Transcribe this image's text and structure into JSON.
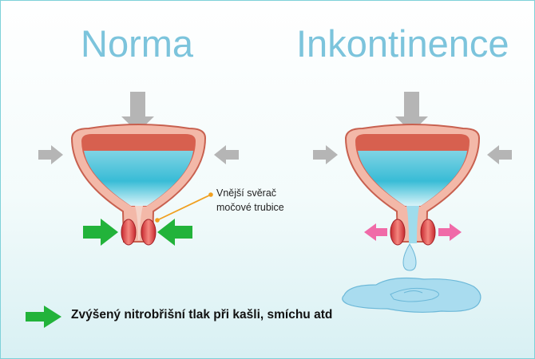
{
  "titles": {
    "normal": "Norma",
    "incontinence": "Inkontinence"
  },
  "sphincter_label": {
    "line1": "Vnější svěrač",
    "line2": "močové trubice"
  },
  "legend": {
    "text": "Zvýšený nitrobřišní tlak při kašli, smíchu atd"
  },
  "colors": {
    "title": "#7cc4dc",
    "bladder_wall": "#f3b8a8",
    "bladder_inner": "#d7604f",
    "urine": "#3fbfd9",
    "pressure_arrow": "#b5b5b5",
    "closing_arrow": "#22b33a",
    "leak_arrow": "#f06aa8",
    "sphincter": "#e0464a",
    "pointer_line": "#f0a020",
    "puddle": "#a9dcef"
  }
}
